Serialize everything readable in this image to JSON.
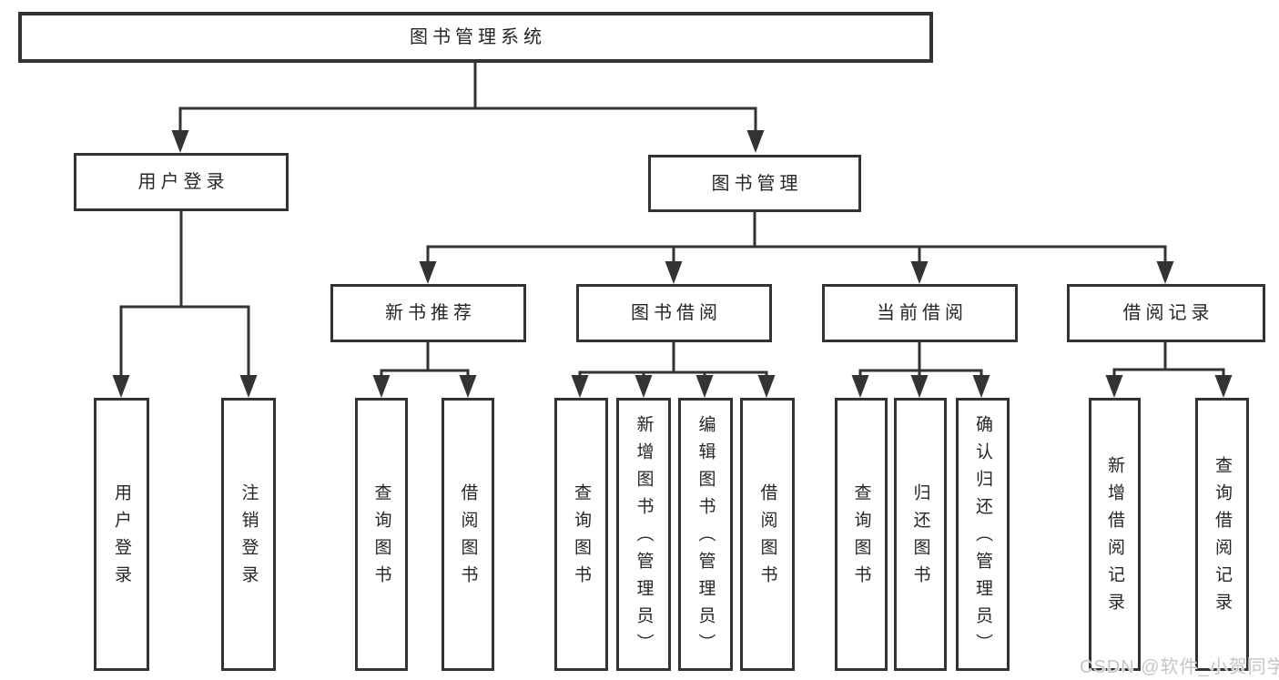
{
  "diagram": {
    "type": "hierarchy-tree",
    "colors": {
      "line": "#333333",
      "box_border": "#333333",
      "box_fill": "#ffffff",
      "text": "#262626",
      "watermark": "#c6c6c6",
      "background": "#ffffff"
    },
    "nodes": {
      "root": {
        "label": "图书管理系统"
      },
      "login": {
        "label": "用户登录",
        "children": [
          {
            "label": "用户登录"
          },
          {
            "label": "注销登录"
          }
        ]
      },
      "manage": {
        "label": "图书管理"
      },
      "recommend": {
        "label": "新书推荐",
        "children": [
          {
            "label": "查询图书"
          },
          {
            "label": "借阅图书"
          }
        ]
      },
      "borrow": {
        "label": "图书借阅",
        "children": [
          {
            "label": "查询图书"
          },
          {
            "label": "新增图书（管理员）"
          },
          {
            "label": "编辑图书（管理员）"
          },
          {
            "label": "借阅图书"
          }
        ]
      },
      "current": {
        "label": "当前借阅",
        "children": [
          {
            "label": "查询图书"
          },
          {
            "label": "归还图书"
          },
          {
            "label": "确认归还（管理员）"
          }
        ]
      },
      "records": {
        "label": "借阅记录",
        "children": [
          {
            "label": "新增借阅记录"
          },
          {
            "label": "查询借阅记录"
          }
        ]
      }
    },
    "watermark": {
      "text": "CSDN @软件_小贺同学"
    }
  }
}
